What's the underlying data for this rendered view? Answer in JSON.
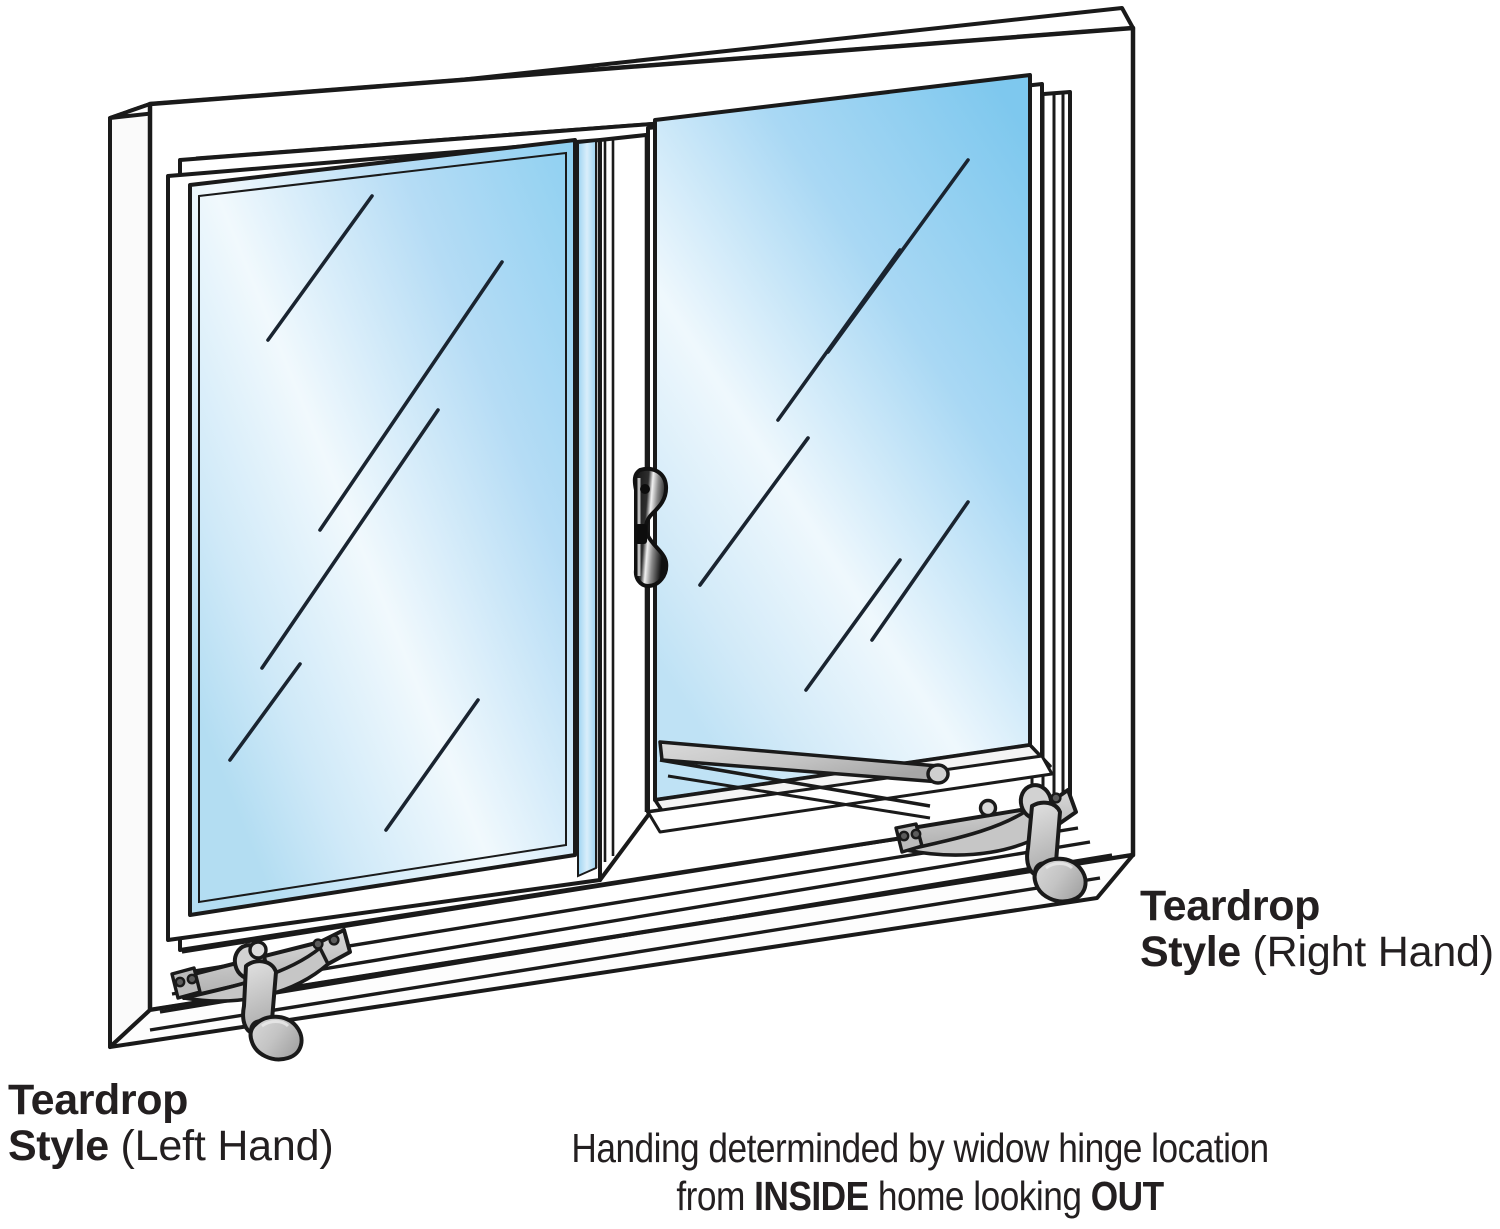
{
  "document": {
    "kind": "product-illustration",
    "subject": "Casement window with teardrop style operator handles"
  },
  "labels": {
    "left_hand": {
      "line1": "Teardrop",
      "line2_bold": "Style",
      "line2_rest": " (Left Hand)"
    },
    "right_hand": {
      "line1": "Teardrop",
      "line2_bold": "Style",
      "line2_rest": " (Right Hand)"
    }
  },
  "note": {
    "line1": "Handing determinded by widow hinge location",
    "line2_pre": "from ",
    "line2_bold1": "INSIDE",
    "line2_mid": " home looking ",
    "line2_bold2": "OUT"
  },
  "parts": {
    "outer_frame": "window-outer-frame",
    "left_sash": "fixed-left-sash",
    "right_sash": "operating-right-sash",
    "center_mullion": "center-mullion",
    "lock_handle": "sash-lock-handle",
    "operator_arm": "operator-extension-arm",
    "handle_left": "teardrop-crank-handle-left",
    "handle_right": "teardrop-crank-handle-right",
    "sill": "window-sill"
  },
  "colors": {
    "outline": "#1a1a1a",
    "frame_white": "#ffffff",
    "frame_shade": "#f2f2f2",
    "glass_blue_deep": "#87cdef",
    "glass_blue_mid": "#b9defa",
    "glass_white": "#f6fbfe",
    "hardware_gray": "#c9c9c9",
    "hardware_gray_light": "#dedede",
    "hardware_gray_dark": "#a9a9a9",
    "lock_dark": "#1b1b1b",
    "text": "#231f20"
  }
}
